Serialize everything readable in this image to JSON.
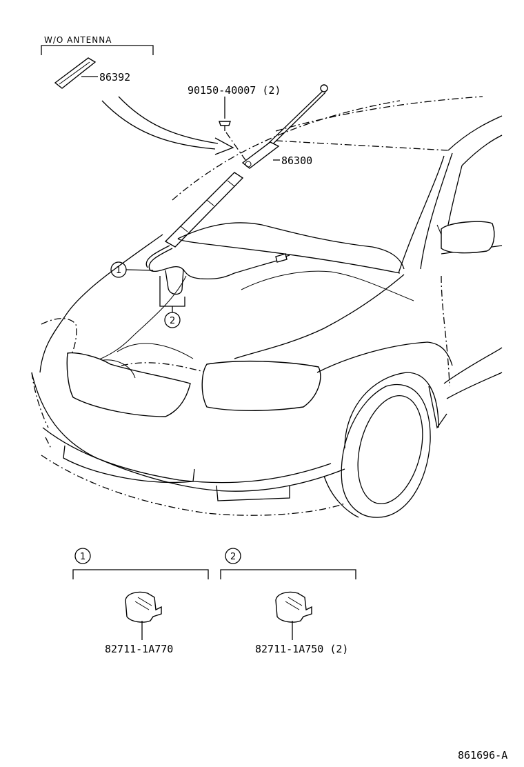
{
  "header": {
    "wo_antenna_label": "W/O ANTENNA"
  },
  "parts": {
    "cover_part_no": "86392",
    "screw_part_no": "90150-40007 (2)",
    "antenna_part_no": "86300",
    "clamp1_part_no": "82711-1A770",
    "clamp2_part_no": "82711-1A750 (2)"
  },
  "callouts": {
    "c1": "1",
    "c2": "2"
  },
  "footer": {
    "diagram_id": "861696-A"
  }
}
